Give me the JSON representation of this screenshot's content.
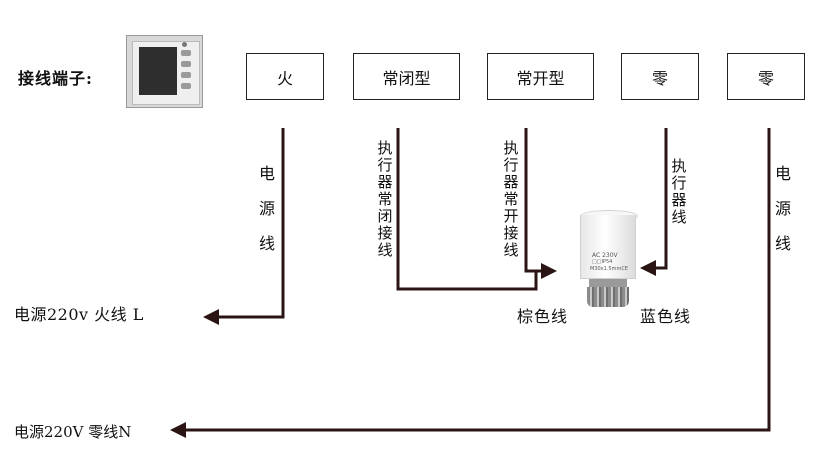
{
  "header_label": "接线端子:",
  "terminals": [
    {
      "key": "fire",
      "label": "火"
    },
    {
      "key": "nc",
      "label": "常闭型"
    },
    {
      "key": "no",
      "label": "常开型"
    },
    {
      "key": "zero1",
      "label": "零"
    },
    {
      "key": "zero2",
      "label": "零"
    }
  ],
  "wire_labels": {
    "fire_power": "电\n源\n线",
    "nc_actuator": "执\n行\n器\n常\n闭\n接\n线",
    "no_actuator": "执\n行\n器\n常\n开\n接\n线",
    "zero_actuator": "执\n行\n器\n线",
    "zero_power": "电\n源\n线"
  },
  "actuator": {
    "line1": "AC 230V",
    "line2": "□□IP54",
    "line3": "M30x1.5mmCE",
    "brown_label": "棕色线",
    "blue_label": "蓝色线"
  },
  "outputs": {
    "live": "电源220v 火线 L",
    "neutral": "电源220V 零线N"
  }
}
